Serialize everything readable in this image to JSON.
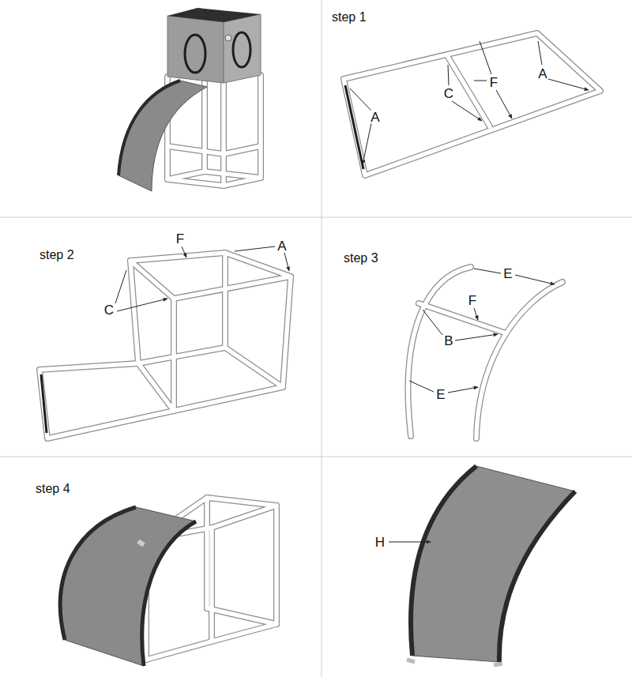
{
  "diagram": {
    "labels": [
      "step 1",
      "A",
      "C",
      "F",
      "A",
      "step 2",
      "F",
      "A",
      "C",
      "step 3",
      "E",
      "F",
      "B",
      "E",
      "step 4",
      "H"
    ]
  }
}
